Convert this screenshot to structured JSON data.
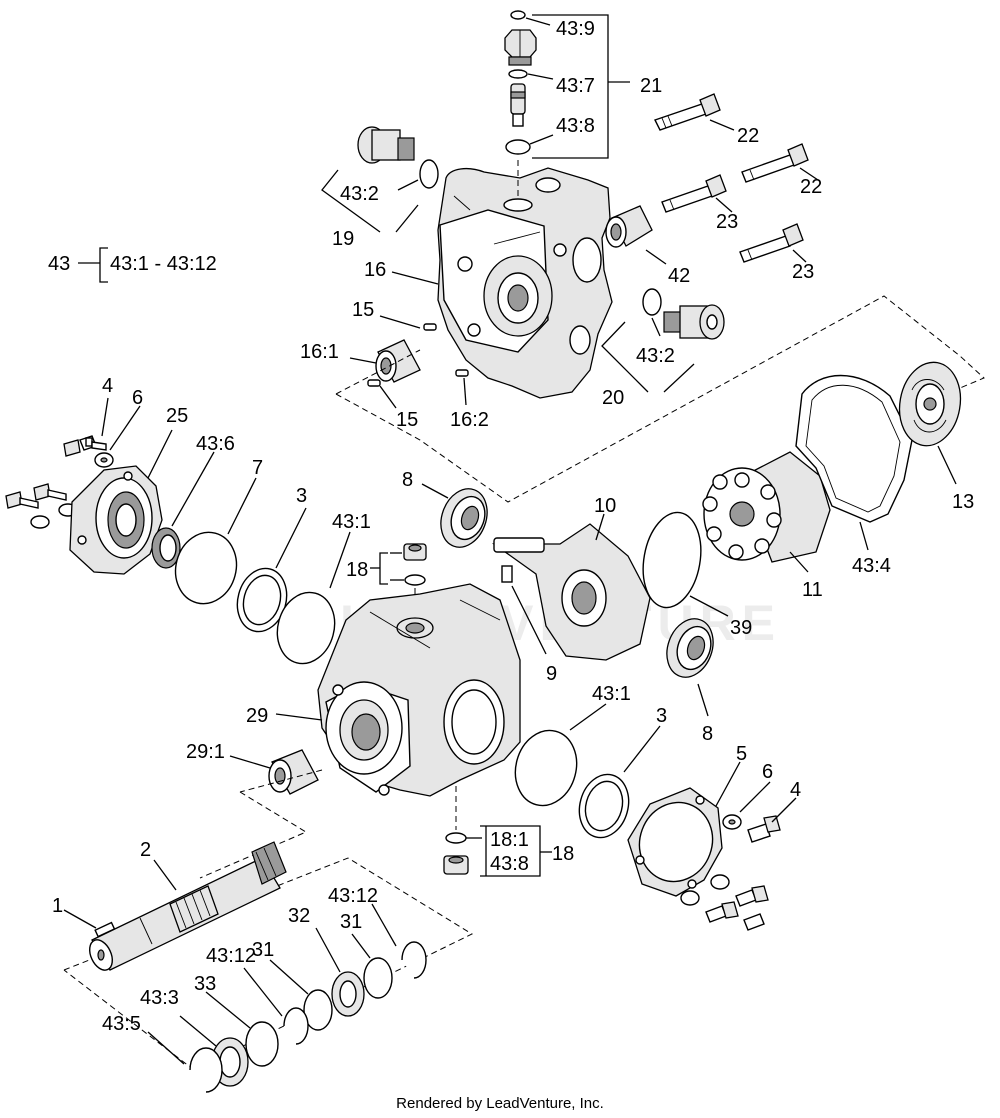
{
  "footer": "Rendered by LeadVenture, Inc.",
  "watermark": "LEADVENTURE",
  "labels": {
    "l43_9": "43:9",
    "l43_7": "43:7",
    "l43_8a": "43:8",
    "l21": "21",
    "l22a": "22",
    "l22b": "22",
    "l23a": "23",
    "l23b": "23",
    "l43_2a": "43:2",
    "l19": "19",
    "l43": "43",
    "l43_range": "43:1 - 43:12",
    "l16": "16",
    "l42": "42",
    "l15a": "15",
    "l16_1": "16:1",
    "l15b": "15",
    "l16_2": "16:2",
    "l43_2b": "43:2",
    "l20": "20",
    "l4a": "4",
    "l6a": "6",
    "l25": "25",
    "l43_6": "43:6",
    "l7": "7",
    "l3a": "3",
    "l43_1a": "43:1",
    "l18a": "18",
    "l8a": "8",
    "l10": "10",
    "l13": "13",
    "l11": "11",
    "l43_4": "43:4",
    "l39": "39",
    "l9": "9",
    "l29": "29",
    "l29_1": "29:1",
    "l43_1b": "43:1",
    "l3b": "3",
    "l8b": "8",
    "l5": "5",
    "l6b": "6",
    "l4b": "4",
    "l18_1": "18:1",
    "l43_8b": "43:8",
    "l18b": "18",
    "l2": "2",
    "l1": "1",
    "l43_12a": "43:12",
    "l31a": "31",
    "l32": "32",
    "l31b": "31",
    "l43_12b": "43:12",
    "l43_3": "43:3",
    "l33": "33",
    "l43_5": "43:5"
  }
}
